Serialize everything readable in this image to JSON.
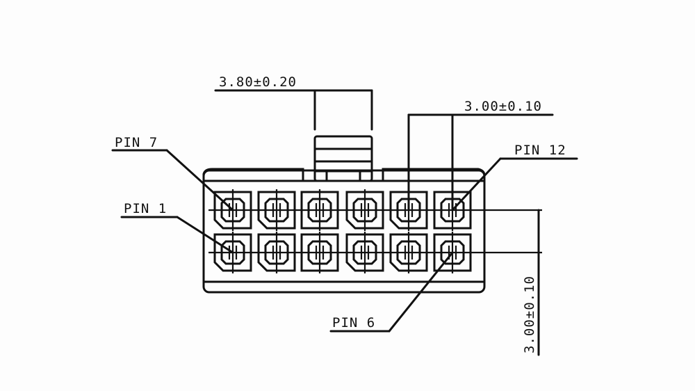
{
  "dimensions": {
    "latch_width": "3.80±0.20",
    "pin_pitch_horizontal": "3.00±0.10",
    "pin_pitch_vertical": "3.00±0.10"
  },
  "pin_labels": {
    "pin7": "PIN  7",
    "pin1": "PIN  1",
    "pin12": "PIN  12",
    "pin6": "PIN  6"
  },
  "pin_grid": {
    "rows": 2,
    "columns": 6
  }
}
